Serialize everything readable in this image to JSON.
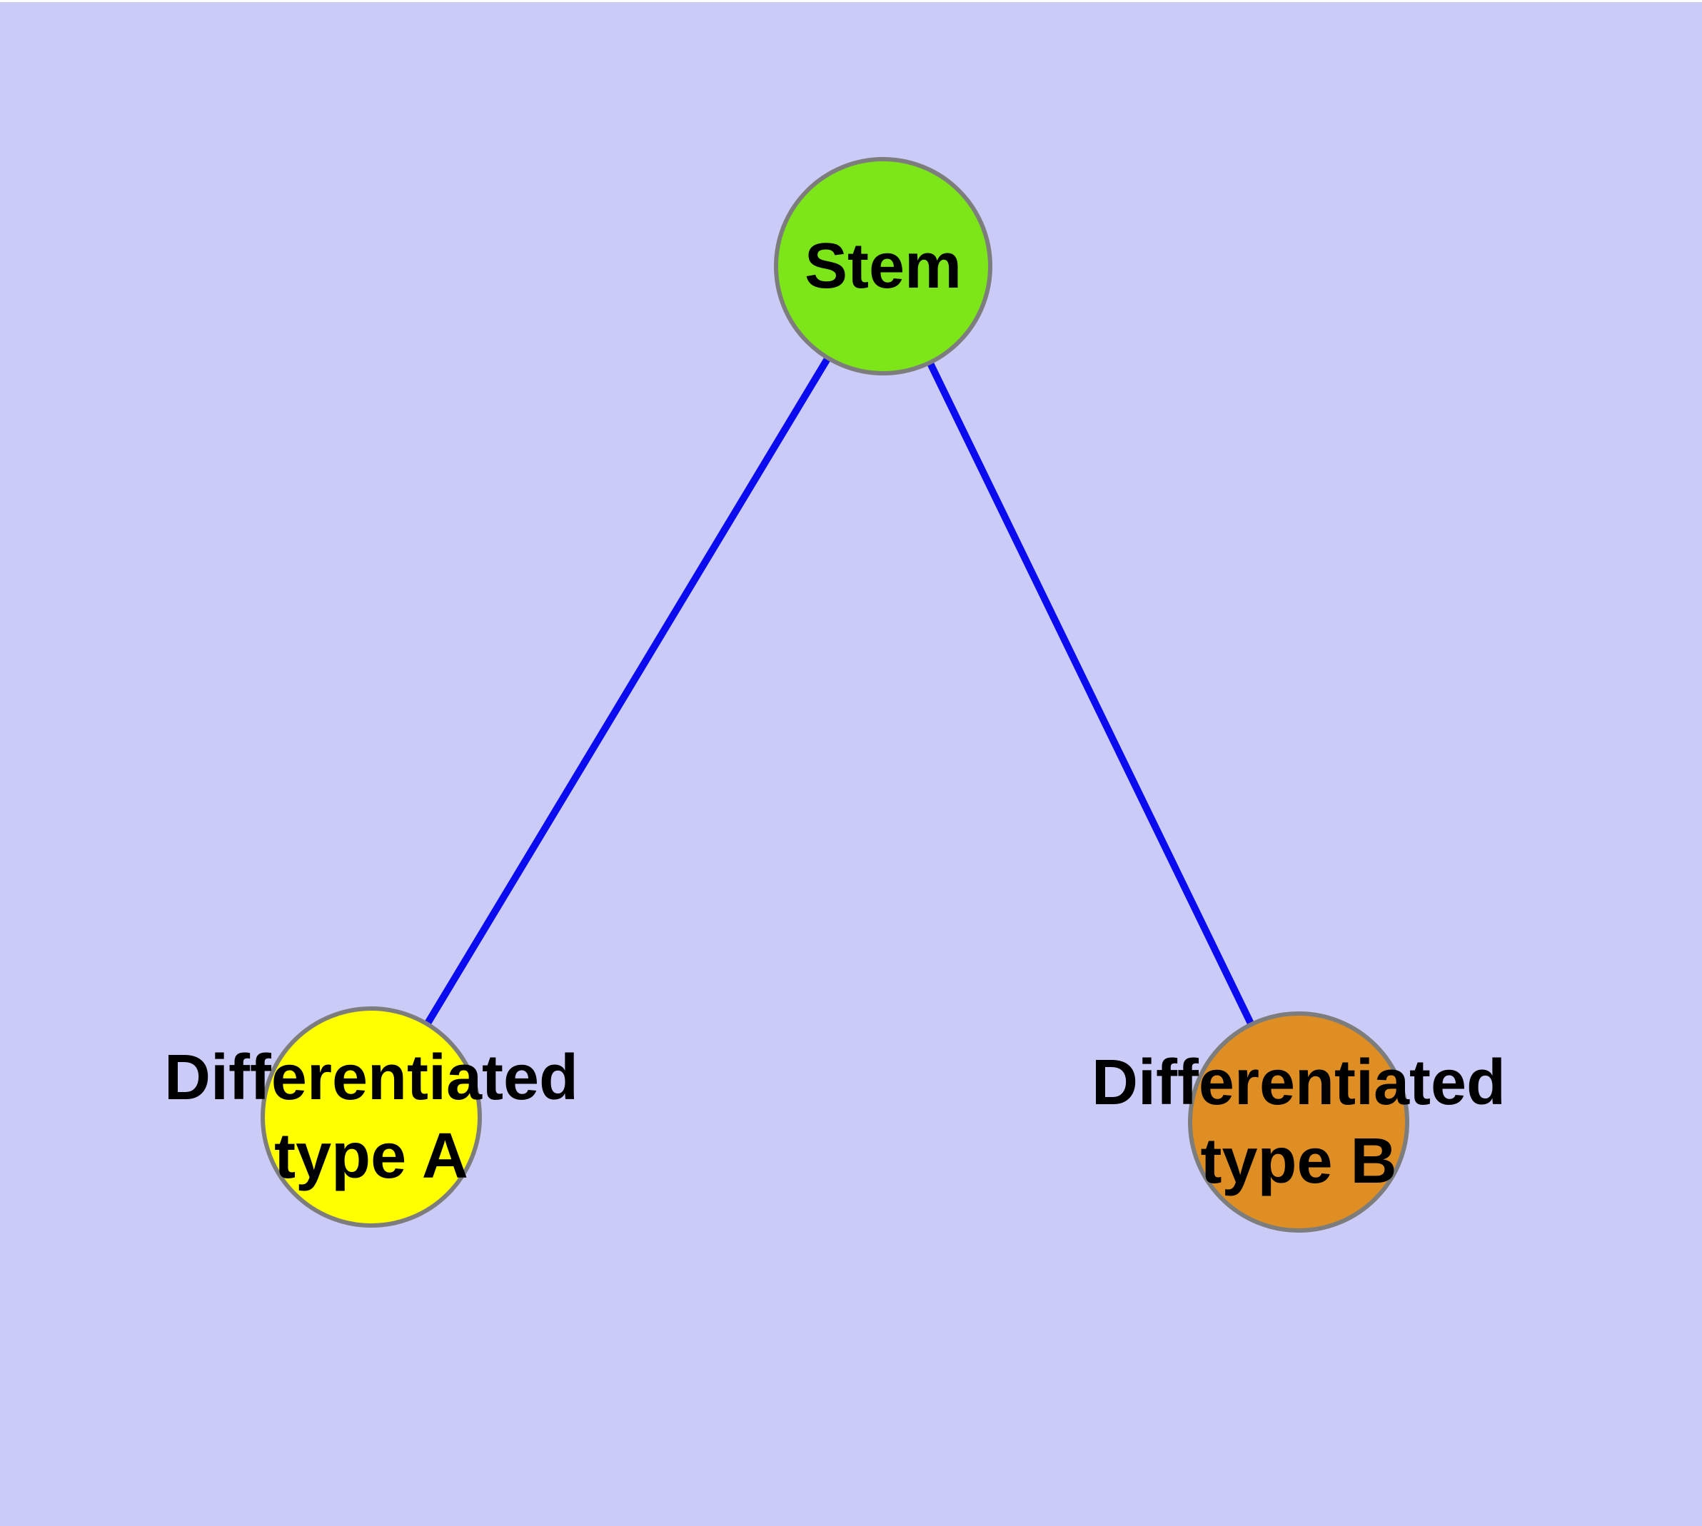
{
  "diagram": {
    "background_color": "#CBCBF7",
    "top_edge_color": "#FFFFFF",
    "text_color": "#000000",
    "node_border_color": "#7D7D7D",
    "edge_color": "#0B0BF0",
    "nodes": [
      {
        "id": "stem",
        "label": "Stem",
        "fill_color": "#7DE619"
      },
      {
        "id": "differentiated-type-a",
        "label_line1": "Differentiated",
        "label_line2": "type A",
        "fill_color": "#FFFF00"
      },
      {
        "id": "differentiated-type-b",
        "label_line1": "Differentiated",
        "label_line2": "type B",
        "fill_color": "#DE8E22"
      }
    ],
    "edges": [
      {
        "from": "Stem",
        "to": "Differentiated type A"
      },
      {
        "from": "Stem",
        "to": "Differentiated type B"
      }
    ]
  }
}
